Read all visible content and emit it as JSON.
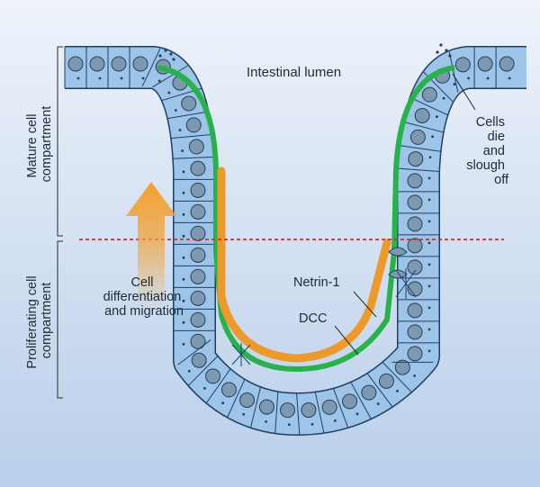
{
  "diagram": {
    "lumen_label": "Intestinal lumen",
    "dying_cells_label": [
      "Cells",
      "die",
      "and",
      "slough",
      "off"
    ],
    "migration_label": [
      "Cell",
      "differentiation",
      "and migration"
    ],
    "netrin_label": "Netrin-1",
    "dcc_label": "DCC",
    "mature_compartment_label": [
      "Mature cell",
      "compartment"
    ],
    "proliferating_compartment_label": [
      "Proliferating cell",
      "compartment"
    ],
    "colors": {
      "background_top": "#eef3fa",
      "background_bottom": "#b9cfea",
      "cell_fill": "#9ec4e8",
      "cell_stroke": "#1e3f66",
      "nucleus_fill": "#7e99ad",
      "apical_membrane": "#28b34a",
      "netrin_layer": "#ee9a2a",
      "divider_line": "#e0282a",
      "arrow": "#f2a030"
    }
  }
}
